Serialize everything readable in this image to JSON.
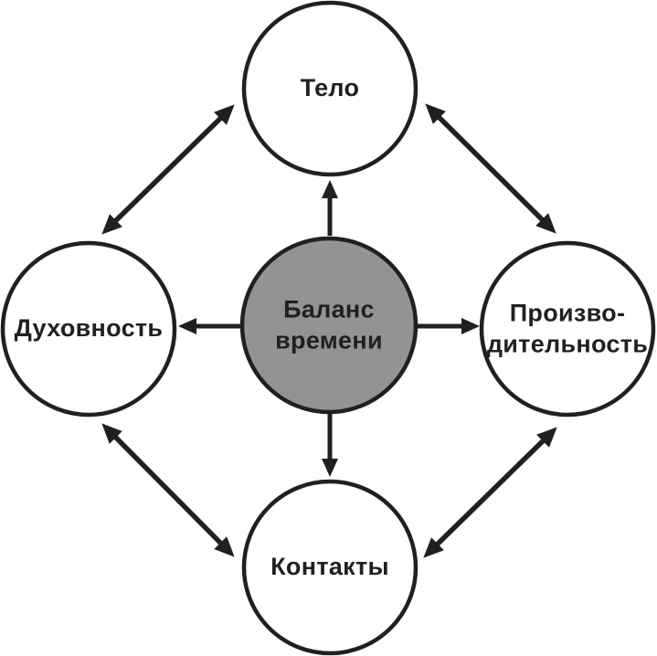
{
  "diagram": {
    "center": {
      "label": "Баланс\nвремени",
      "fill": "#939395"
    },
    "nodes": [
      {
        "id": "body",
        "label": "Тело"
      },
      {
        "id": "spirituality",
        "label": "Духовность"
      },
      {
        "id": "productivity",
        "label": "Произво-\nдительность"
      },
      {
        "id": "contacts",
        "label": "Контакты"
      }
    ],
    "edges": [
      {
        "from": "center",
        "to": "body",
        "type": "one-way"
      },
      {
        "from": "center",
        "to": "spirituality",
        "type": "one-way"
      },
      {
        "from": "center",
        "to": "productivity",
        "type": "one-way"
      },
      {
        "from": "center",
        "to": "contacts",
        "type": "one-way"
      },
      {
        "from": "body",
        "to": "spirituality",
        "type": "two-way"
      },
      {
        "from": "body",
        "to": "productivity",
        "type": "two-way"
      },
      {
        "from": "contacts",
        "to": "spirituality",
        "type": "two-way"
      },
      {
        "from": "contacts",
        "to": "productivity",
        "type": "two-way"
      }
    ],
    "colors": {
      "stroke": "#231f20",
      "node_fill": "#ffffff",
      "center_fill": "#939395",
      "background": "#ffffff",
      "text": "#231f20"
    }
  }
}
